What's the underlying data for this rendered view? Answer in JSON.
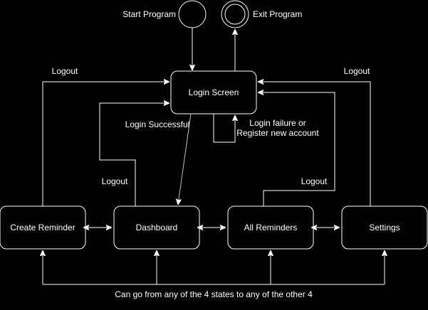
{
  "diagram": {
    "colors": {
      "background": "#000000",
      "stroke": "#ffffff",
      "text": "#ffffff"
    },
    "start_label": "Start Program",
    "exit_label": "Exit Program",
    "nodes": {
      "login": "Login Screen",
      "create": "Create Reminder",
      "dashboard": "Dashboard",
      "all": "All Reminders",
      "settings": "Settings"
    },
    "edge_labels": {
      "logout_left": "Logout",
      "logout_right": "Logout",
      "logout_dashboard": "Logout",
      "logout_all": "Logout",
      "login_successful": "Login Successful",
      "login_failure_line1": "Login failure or",
      "login_failure_line2": "Register new account",
      "footer": "Can go from any of the 4 states to any of the other 4"
    }
  }
}
